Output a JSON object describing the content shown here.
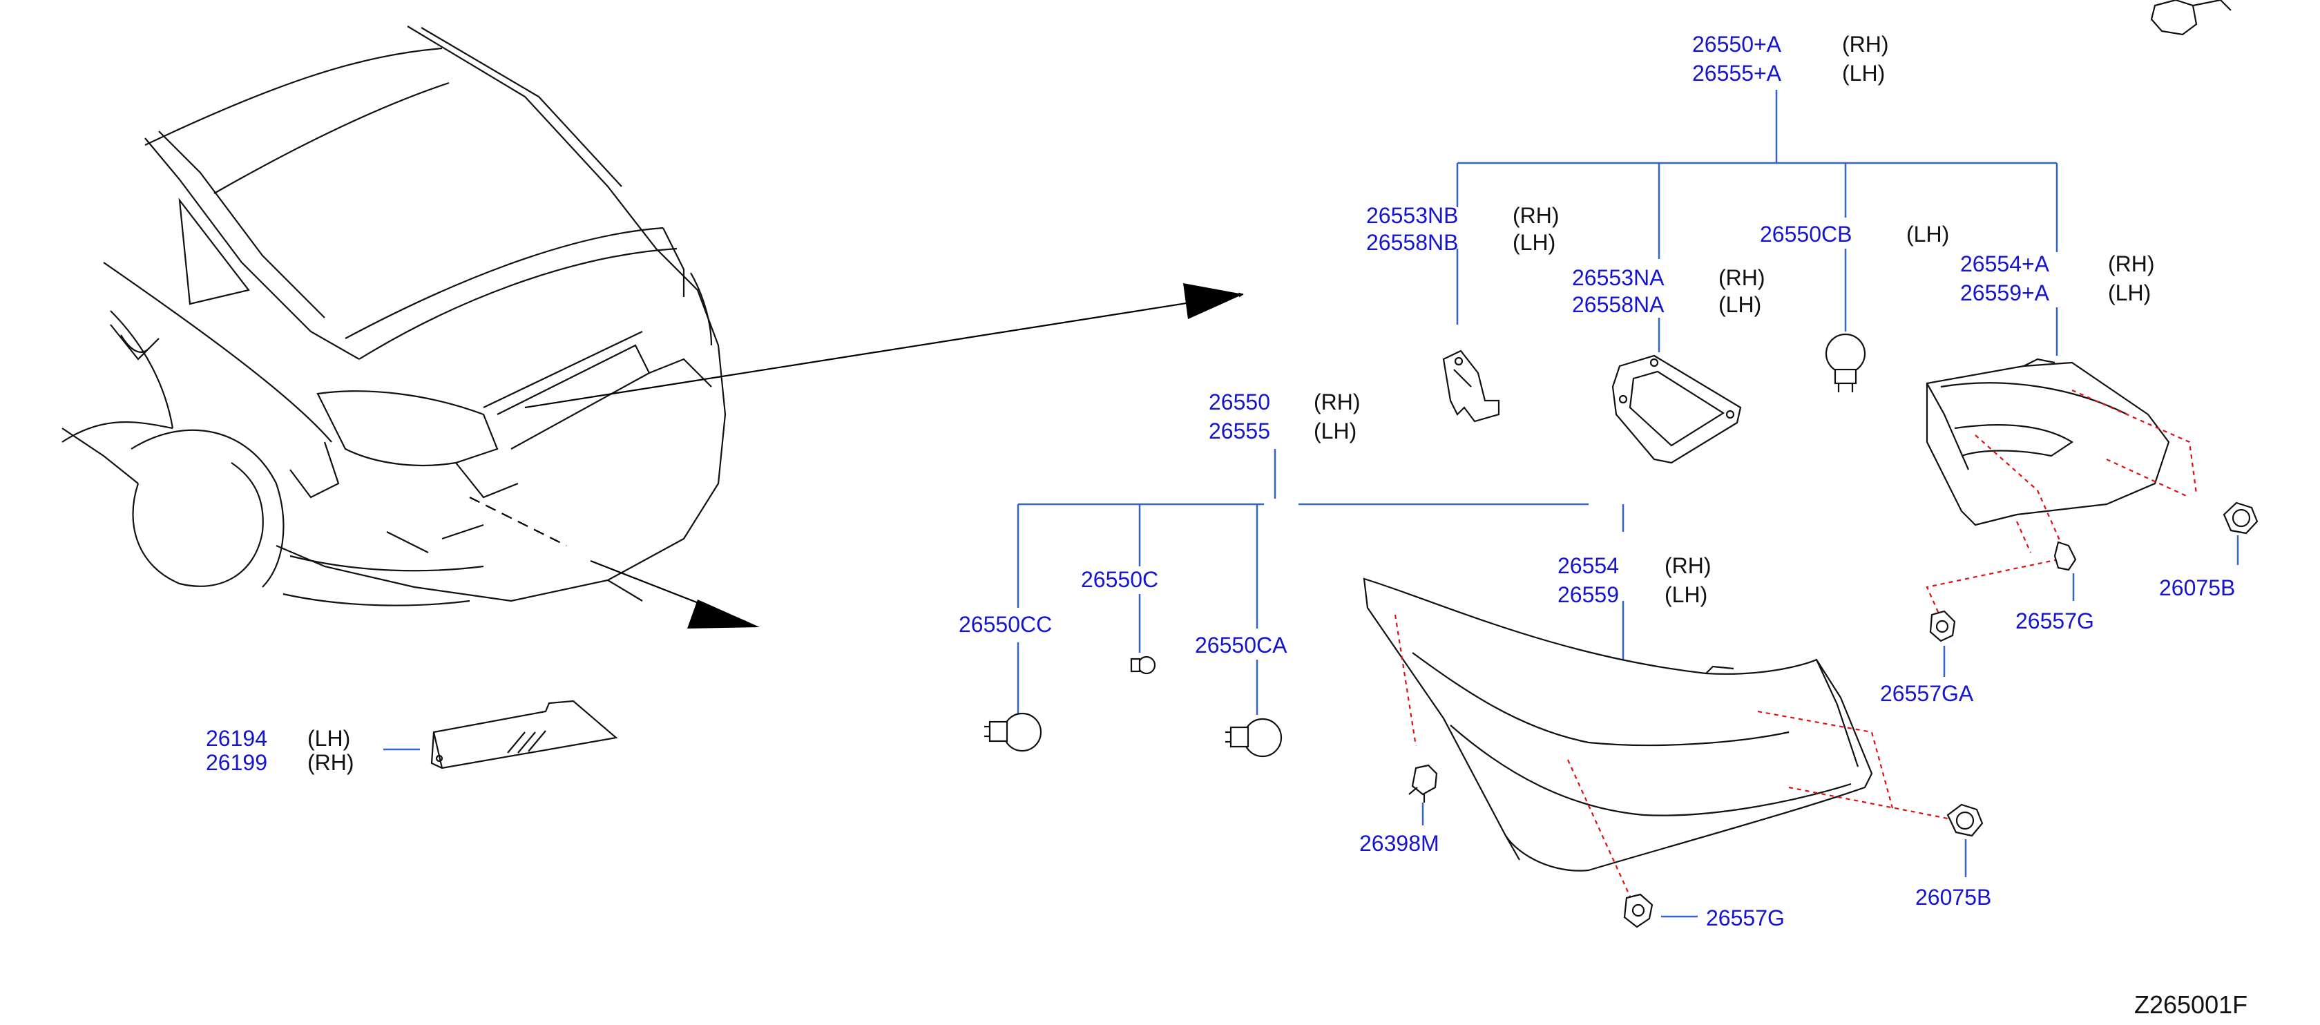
{
  "diagram_code": "Z265001F",
  "parts": {
    "tail_assy_top": {
      "rh": "26550+A",
      "lh": "26555+A",
      "rh_side": "(RH)",
      "lh_side": "(LH)"
    },
    "lid_cover": {
      "rh": "26553NB",
      "lh": "26558NB",
      "rh_side": "(RH)",
      "lh_side": "(LH)"
    },
    "lid_gasket": {
      "rh": "26553NA",
      "lh": "26558NA",
      "rh_side": "(RH)",
      "lh_side": "(LH)"
    },
    "lid_bulb": {
      "pn": "26550CB",
      "side": "(LH)"
    },
    "lid_lamp": {
      "rh": "26554+A",
      "lh": "26559+A",
      "rh_side": "(RH)",
      "lh_side": "(LH)"
    },
    "tail_assy_body": {
      "rh": "26550",
      "lh": "26555",
      "rh_side": "(RH)",
      "lh_side": "(LH)"
    },
    "body_bulb_cc": {
      "pn": "26550CC"
    },
    "body_bulb_c": {
      "pn": "26550C"
    },
    "body_bulb_ca": {
      "pn": "26550CA"
    },
    "body_lamp": {
      "rh": "26554",
      "lh": "26559",
      "rh_side": "(RH)",
      "lh_side": "(LH)"
    },
    "clip_m": {
      "pn": "26398M"
    },
    "grommet_body": {
      "pn": "26557G"
    },
    "nut_body": {
      "pn": "26075B"
    },
    "grommet_lid": {
      "pn": "26557G"
    },
    "grommet_ga": {
      "pn": "26557GA"
    },
    "nut_lid": {
      "pn": "26075B"
    },
    "reflex": {
      "lh": "26194",
      "rh": "26199",
      "lh_side": "(LH)",
      "rh_side": "(RH)"
    }
  }
}
